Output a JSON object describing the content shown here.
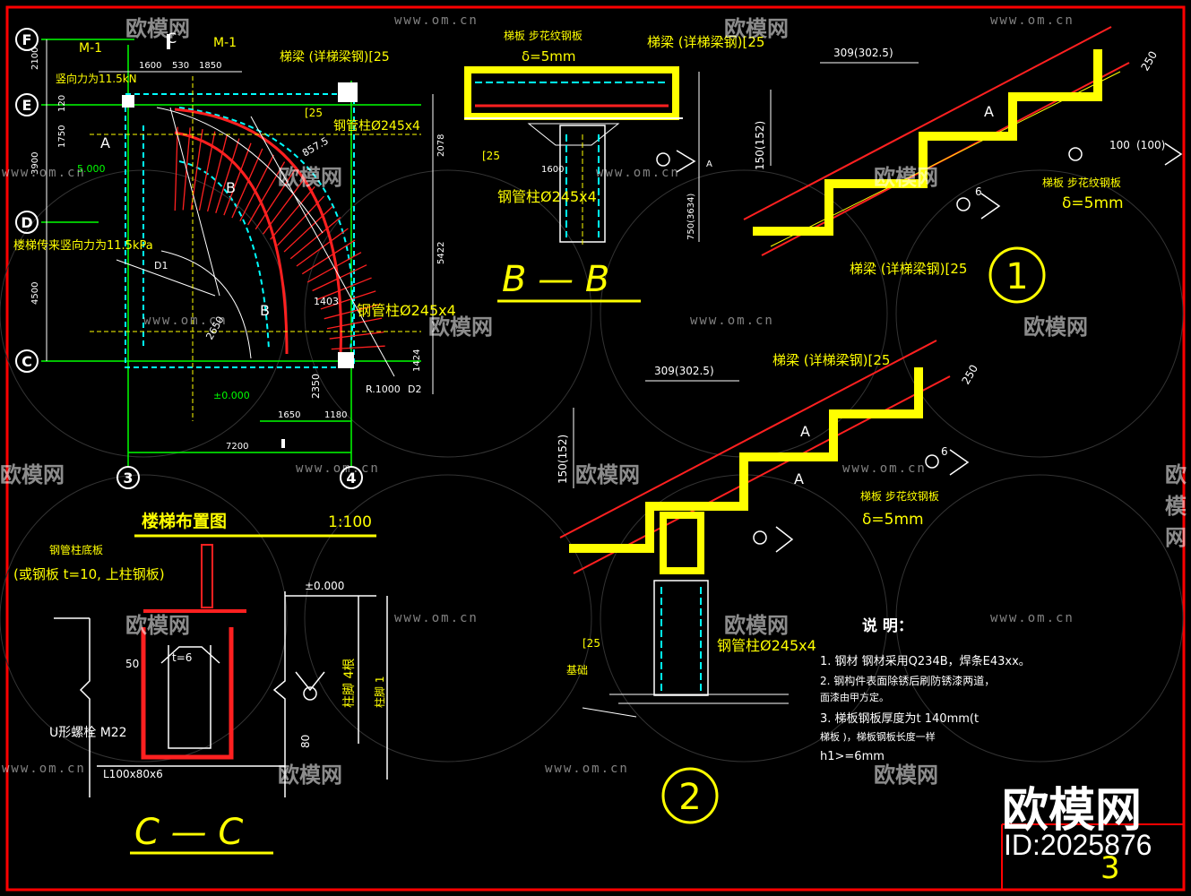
{
  "colors": {
    "yellow": "#ffff00",
    "green": "#00ff00",
    "cyan": "#00ffff",
    "red": "#ff2020",
    "white": "#ffffff",
    "frame": "#ff0000"
  },
  "plan": {
    "title": "楼梯布置图",
    "scale": "1:100",
    "axes_left": [
      "F",
      "E",
      "D",
      "C"
    ],
    "axes_bottom": [
      "3",
      "4"
    ],
    "dims_left": [
      "2100",
      "1750",
      "120",
      "3900",
      "4500"
    ],
    "dims_top": [
      "1600",
      "530",
      "1850"
    ],
    "dims_right": [
      "2078",
      "5422",
      "1424"
    ],
    "dims_bottom": [
      "1650",
      "1180",
      "7200"
    ],
    "labels": {
      "m1a": "M-1",
      "m1b": "M-1",
      "force1": "竖向力为11.5kN",
      "force2": "楼梯传来竖向力为11.5kPa",
      "elev5": "5.000",
      "elev0": "±0.000",
      "beam": "梯梁 (详梯梁钢)[25",
      "bar25": "[25",
      "steel1": "钢管柱Ø245x4",
      "steel2": "钢管柱Ø245x4",
      "r": "R.1000",
      "d1": "D1",
      "d2": "D2",
      "c": "C",
      "b": "B",
      "a": "A",
      "b2": "B",
      "d1b": "1403",
      "r2650": "2650",
      "r857": "857.5",
      "c23": "2350"
    }
  },
  "section_bb": {
    "title": "B — B",
    "labels": {
      "plate": "梯板 步花纹钢板",
      "delta": "δ=5mm",
      "beam": "梯梁 (详梯梁钢)[25",
      "ch25": "[25",
      "pipe": "钢管柱Ø245x4",
      "w1600": "1600",
      "h750": "750(3634)",
      "a": "A"
    }
  },
  "detail1": {
    "number": "1",
    "labels": {
      "tread": "309(302.5)",
      "rise": "150(152)",
      "w250": "250",
      "a": "A",
      "plate": "梯板 步花纹钢板",
      "delta": "δ=5mm",
      "beam": "梯梁 (详梯梁钢)[25",
      "bolt": "100",
      "bolt2": "(100)",
      "six": "6"
    }
  },
  "detail2": {
    "number": "2",
    "labels": {
      "tread": "309(302.5)",
      "rise": "150(152)",
      "w250": "250",
      "a1": "A",
      "a2": "A",
      "beam": "梯梁 (详梯梁钢)[25",
      "plate": "梯板 步花纹钢板",
      "delta": "δ=5mm",
      "steel": "钢管柱Ø245x4",
      "ch25": "[25",
      "base": "基础",
      "six": "6"
    }
  },
  "section_cc": {
    "title": "C — C",
    "labels": {
      "top": "钢管柱底板",
      "plate": "(或钢板 t=10, 上柱钢板)",
      "t6": "t=6",
      "fifty": "50",
      "bolt": "U形螺栓 M22",
      "angle": "L100x80x6",
      "elev": "±0.000",
      "side1": "柱脚 4根",
      "side2": "柱脚 1",
      "b1": "80"
    }
  },
  "notes": {
    "title": "说 明：",
    "items": [
      "1. 钢材 钢材采用Q234B，焊条E43xx。",
      "2. 钢构件表面除锈后刷防锈漆两道，",
      "   面漆由甲方定。",
      "3. 梯板钢板厚度为t 140mm(t",
      "   梯板 )，梯板钢板长度一样",
      "   h1>=6mm"
    ]
  },
  "watermarks": {
    "cn": "欧模网",
    "url": "www.om.cn"
  },
  "brand": {
    "name": "欧模网",
    "id": "ID:2025876",
    "sheet": "3"
  }
}
